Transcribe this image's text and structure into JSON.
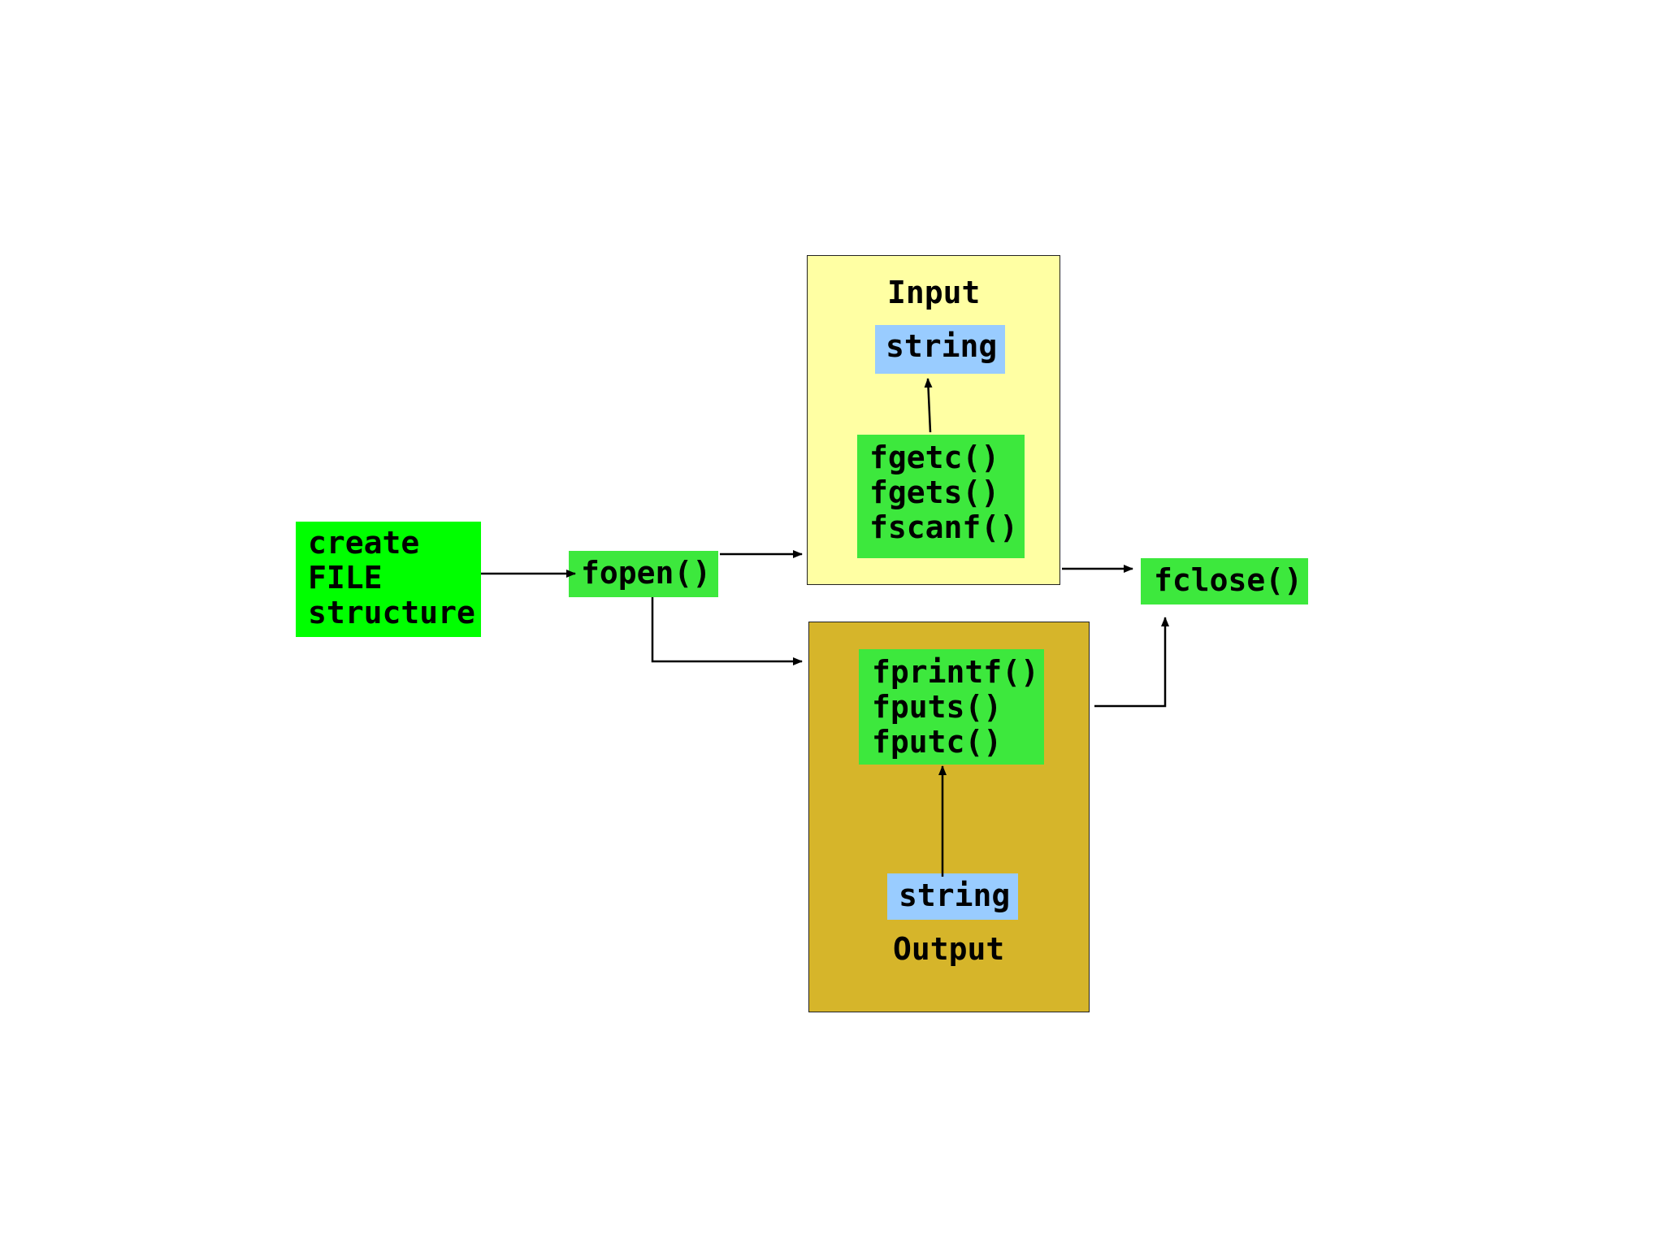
{
  "nodes": {
    "create": "create\nFILE\nstructure",
    "fopen": "fopen()",
    "fclose": "fclose()"
  },
  "input": {
    "title": "Input",
    "string": "string",
    "funcs": "fgetc()\nfgets()\nfscanf()"
  },
  "output": {
    "title": "Output",
    "string": "string",
    "funcs": "fprintf()\nfputs()\nfputc()"
  },
  "colors": {
    "create_fill": "#00ff00",
    "func_fill": "#3de83d",
    "string_fill": "#99ccff",
    "input_panel": "#ffffa3",
    "output_panel": "#d6b52a"
  }
}
